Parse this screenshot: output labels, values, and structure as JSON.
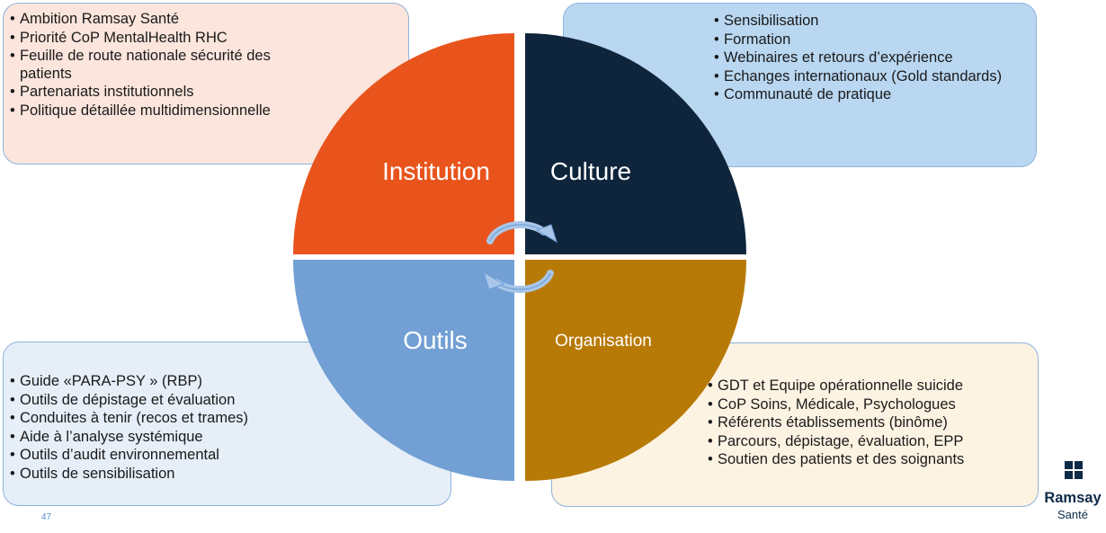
{
  "boxes": {
    "institution": {
      "items": [
        "Ambition Ramsay Santé",
        "Priorité CoP MentalHealth RHC",
        "Feuille de route nationale sécurité des patients",
        "Partenariats institutionnels",
        "Politique détaillée multidimensionnelle"
      ]
    },
    "culture": {
      "items": [
        "Sensibilisation",
        "Formation",
        "Webinaires et retours d’expérience",
        "Echanges internationaux (Gold standards)",
        "Communauté de pratique"
      ]
    },
    "outils": {
      "items": [
        "Guide «PARA-PSY » (RBP)",
        "Outils de dépistage et évaluation",
        "Conduites à tenir (recos et trames)",
        "Aide à l’analyse systémique",
        "Outils d’audit environnemental",
        "Outils de sensibilisation"
      ]
    },
    "organisation": {
      "items": [
        "GDT et Equipe opérationnelle suicide",
        "CoP Soins, Médicale, Psychologues",
        "Référents établissements (binôme)",
        "Parcours, dépistage, évaluation, EPP",
        "Soutien des patients et des soignants"
      ]
    }
  },
  "wheel": {
    "institution_label": "Institution",
    "culture_label": "Culture",
    "outils_label": "Outils",
    "organisation_label": "Organisation",
    "colors": {
      "institution": "#e8541c",
      "culture": "#0f253c",
      "outils": "#72a0d5",
      "organisation": "#b87a06"
    },
    "center_icon": "cycle-arrows-icon"
  },
  "footer": {
    "page_number": "47",
    "logo_name": "Ramsay",
    "logo_sub": "Santé"
  }
}
